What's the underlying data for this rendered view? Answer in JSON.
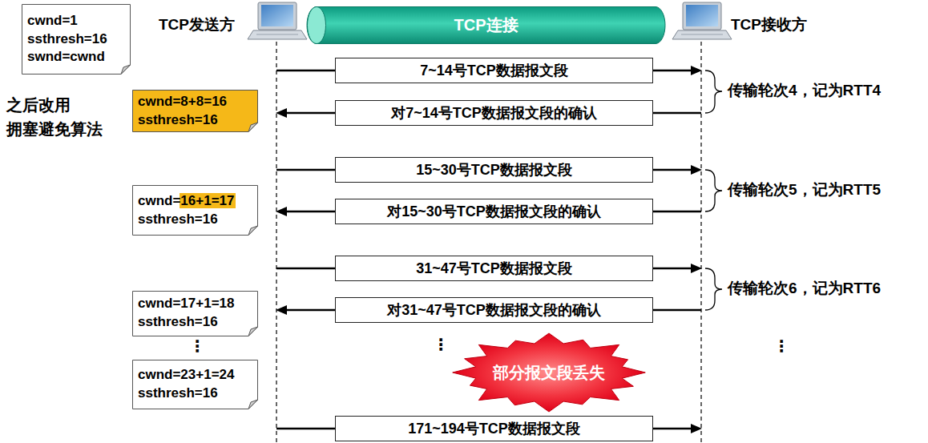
{
  "diagram": {
    "nodes": [
      {
        "text": [
          "cwnd=1",
          "ssthresh=16",
          "swnd=cwnd"
        ]
      },
      {
        "text": [
          "TCP连接"
        ]
      },
      {
        "text": [
          "7~14号TCP数据报文段"
        ]
      },
      {
        "text": [
          "cwnd=8+8=16",
          "ssthresh=16"
        ]
      },
      {
        "text": [
          "对7~14号TCP数据报文段的确认"
        ]
      },
      {
        "text": [
          "15~30号TCP数据报文段"
        ]
      },
      {
        "text": [
          "cwnd=16+1=17",
          "ssthresh=16"
        ]
      },
      {
        "text": [
          "对15~30号TCP数据报文段的确认"
        ]
      },
      {
        "text": [
          "31~47号TCP数据报文段"
        ]
      },
      {
        "text": [
          "cwnd=17+1=18",
          "ssthresh=16"
        ]
      },
      {
        "text": [
          "对31~47号TCP数据报文段的确认"
        ]
      },
      {
        "text": [
          "cwnd=23+1=24",
          "ssthresh=16"
        ]
      },
      {
        "text": [
          "部分报文段丢失"
        ]
      },
      {
        "text": [
          "171~194号TCP数据报文段"
        ]
      }
    ],
    "labels": [
      "TCP发送方",
      "TCP接收方",
      "之后改用 拥塞避免算法",
      "传输轮次4，记为RTT4",
      "传输轮次5，记为RTT5",
      "传输轮次6，记为RTT6",
      "⋮",
      "⋮",
      "⋮"
    ]
  }
}
